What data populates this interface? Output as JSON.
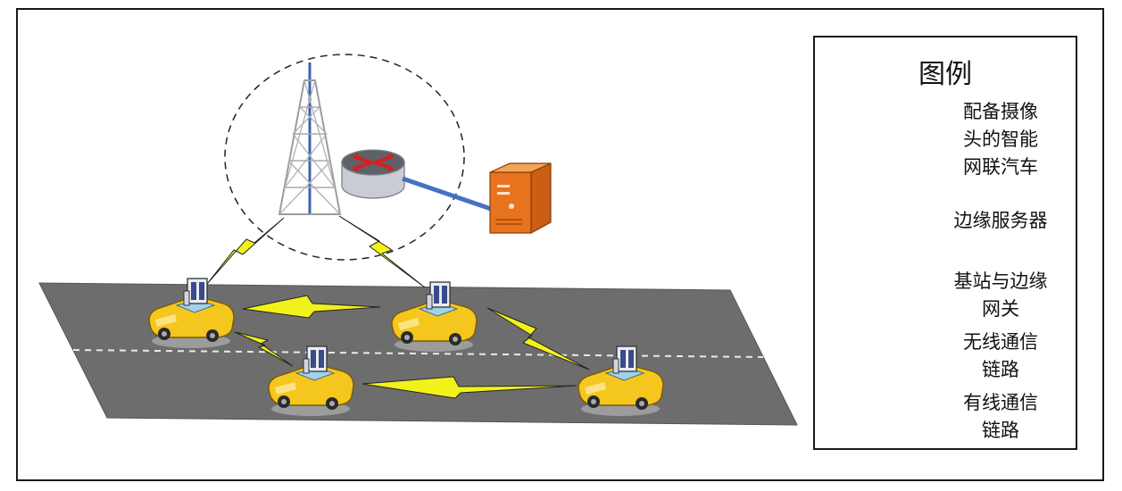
{
  "legend": {
    "title": "图例",
    "items": [
      {
        "key": "vehicle",
        "label": "配备摄像\n头的智能\n网联汽车",
        "icon": "camera-car-icon"
      },
      {
        "key": "edge-server",
        "label": "边缘服务器",
        "icon": "server-icon"
      },
      {
        "key": "base-station",
        "label": "基站与边缘\n网关",
        "icon": "tower-gateway-icon"
      },
      {
        "key": "wireless",
        "label": "无线通信\n链路",
        "icon": "lightning-link-icon"
      },
      {
        "key": "wired",
        "label": "有线通信\n链路",
        "icon": "wired-link-icon"
      }
    ]
  },
  "colors": {
    "road": "#6d6d6d",
    "car_body": "#f5c61e",
    "lightning": "#f2f21a",
    "wired_link": "#4472c4",
    "server": "#e8731e",
    "router_arrows": "#d51f1f"
  }
}
